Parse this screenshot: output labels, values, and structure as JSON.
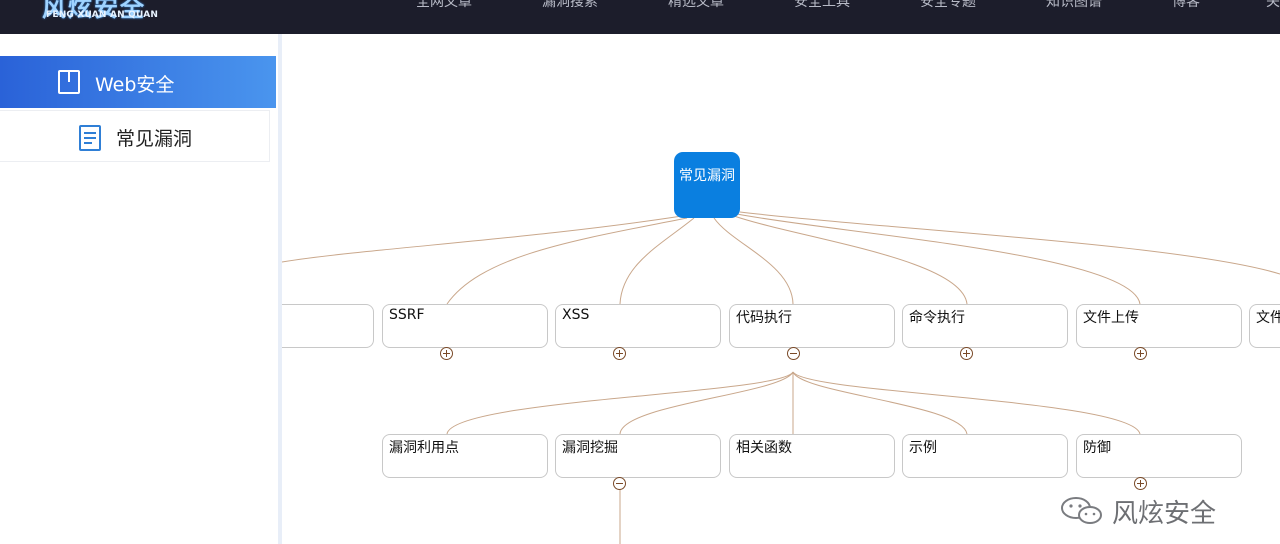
{
  "header": {
    "logo_main": "风炫安全",
    "logo_sub": "FENG XUAN AN QUAN",
    "nav": [
      "全网文章",
      "漏洞搜索",
      "精选文章",
      "安全工具",
      "安全专题",
      "知识图谱",
      "博客",
      "关"
    ]
  },
  "sidebar": {
    "active_label": "Web安全",
    "item_label": "常见漏洞"
  },
  "mindmap": {
    "root": "常见漏洞",
    "level1": [
      "",
      "SSRF",
      "XSS",
      "代码执行",
      "命令执行",
      "文件上传",
      "文件"
    ],
    "level2": [
      "漏洞利用点",
      "漏洞挖掘",
      "相关函数",
      "示例",
      "防御"
    ]
  },
  "watermark": {
    "text": "风炫安全"
  },
  "colors": {
    "topbar": "#1c1d2b",
    "root_node": "#0a7fe0",
    "connector": "#c9a78b",
    "accent": "#2f7fd6"
  }
}
